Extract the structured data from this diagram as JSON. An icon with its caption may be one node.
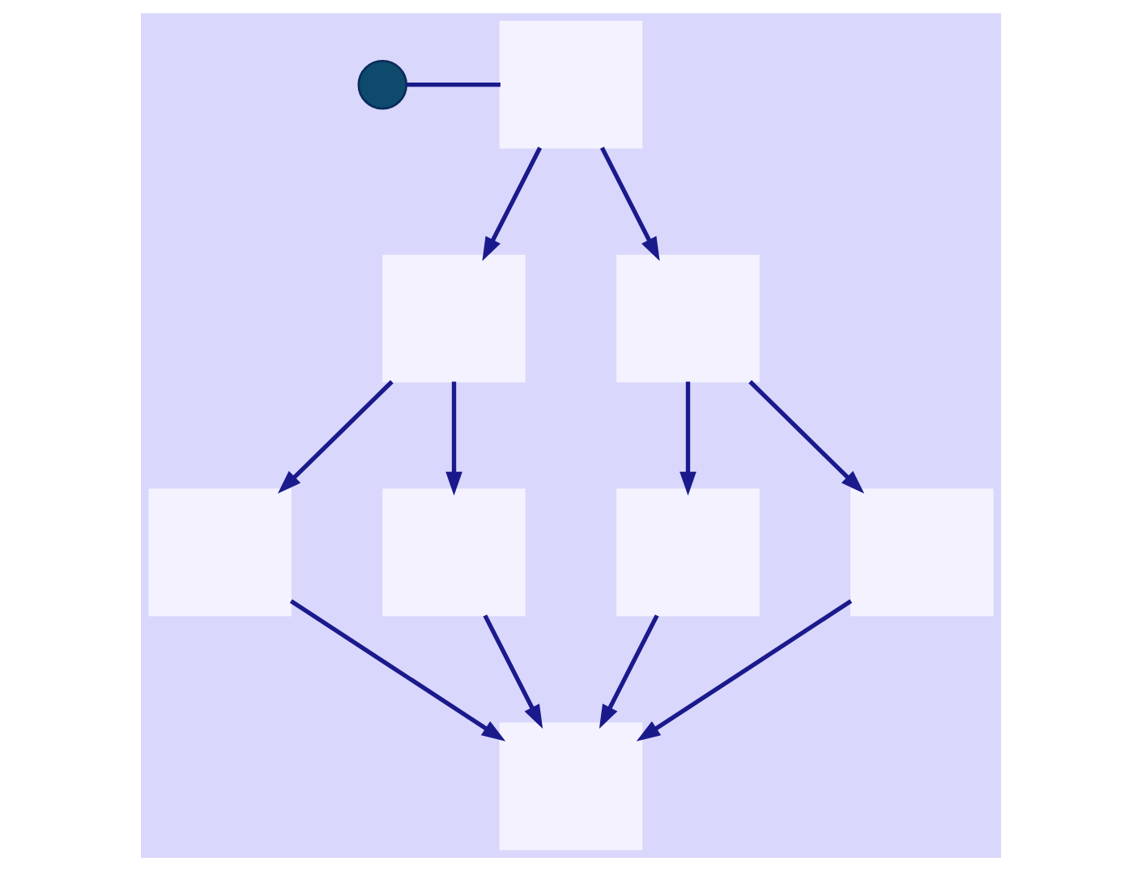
{
  "diagram": {
    "nodes": [
      {
        "text": [],
        "shape": "circle"
      },
      {
        "text": [],
        "shape": "box"
      },
      {
        "text": [],
        "shape": "box"
      },
      {
        "text": [],
        "shape": "box"
      },
      {
        "text": [],
        "shape": "box"
      },
      {
        "text": [],
        "shape": "box"
      },
      {
        "text": [],
        "shape": "box"
      },
      {
        "text": [],
        "shape": "box"
      },
      {
        "text": [],
        "shape": "box"
      }
    ],
    "edges": [
      {
        "from": 0,
        "to": 1,
        "arrow": "none"
      },
      {
        "from": 1,
        "to": 2,
        "arrow": "to"
      },
      {
        "from": 1,
        "to": 3,
        "arrow": "to"
      },
      {
        "from": 2,
        "to": 4,
        "arrow": "to"
      },
      {
        "from": 2,
        "to": 5,
        "arrow": "to"
      },
      {
        "from": 3,
        "to": 6,
        "arrow": "to"
      },
      {
        "from": 3,
        "to": 7,
        "arrow": "to"
      },
      {
        "from": 4,
        "to": 8,
        "arrow": "to"
      },
      {
        "from": 5,
        "to": 8,
        "arrow": "to"
      },
      {
        "from": 6,
        "to": 8,
        "arrow": "to"
      },
      {
        "from": 7,
        "to": 8,
        "arrow": "to"
      }
    ]
  }
}
